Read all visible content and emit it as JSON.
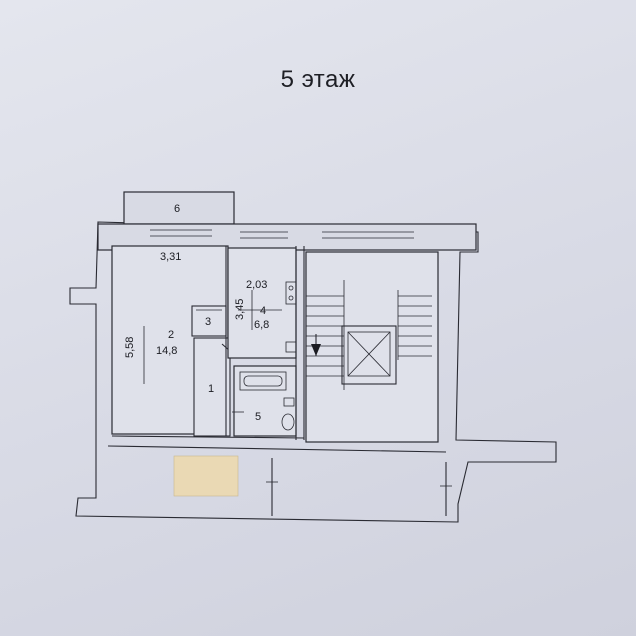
{
  "floor_title": "5 этаж",
  "rooms": {
    "balcony": {
      "number": "6",
      "dimension": "3,31"
    },
    "living_room": {
      "number": "2",
      "area": "14,8",
      "dimension": "5,58"
    },
    "pantry": {
      "number": "3"
    },
    "hallway": {
      "number": "1"
    },
    "kitchen": {
      "number": "4",
      "area": "6,8",
      "width": "2,03",
      "length": "3,45"
    },
    "bathroom": {
      "number": "5"
    }
  },
  "colors": {
    "paper": "#dfe1ea",
    "ink": "#2a2b33",
    "sticker": "#e9d7b0"
  }
}
